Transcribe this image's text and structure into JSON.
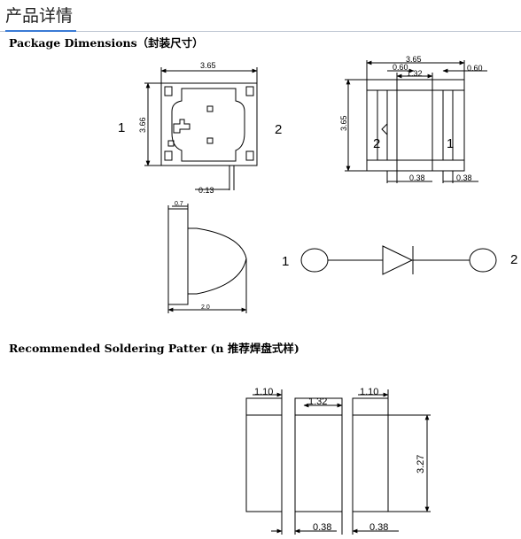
{
  "header": {
    "title": "产品详情"
  },
  "package": {
    "title": "Package Dimensions（封装尺寸）",
    "front_view": {
      "width": "3.65",
      "height": "3.66",
      "gap": "0.13",
      "pin_left": "1",
      "pin_right": "2"
    },
    "side_view": {
      "width": "3.65",
      "left_pad": "0.60",
      "center": "1.32",
      "right_pad": "0.60",
      "height": "3.65",
      "bottom_left": "0.38",
      "bottom_right": "0.38",
      "pin_left": "2",
      "pin_right": "1"
    },
    "profile_view": {
      "top": "0.7",
      "length": "2.0"
    },
    "symbol": {
      "pin_left": "1",
      "pin_right": "2"
    }
  },
  "soldering": {
    "title": "Recommended Soldering Patter (n 推荐焊盘式样)",
    "pad_left_width": "1.10",
    "center_width": "1.32",
    "pad_right_width": "1.10",
    "height": "3.27",
    "bottom_left": "0.38",
    "bottom_right": "0.38"
  }
}
